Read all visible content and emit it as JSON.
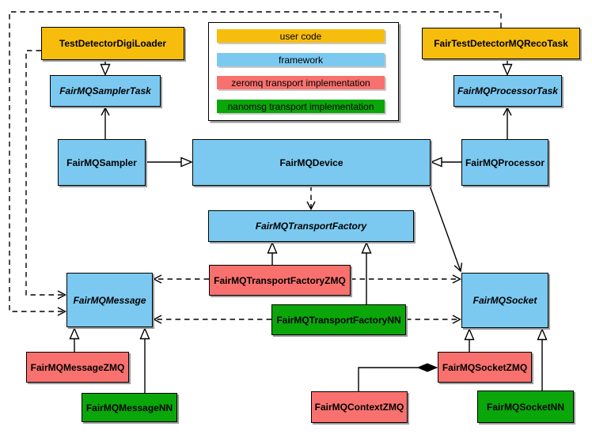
{
  "colors": {
    "user_code": "#F7BD0D",
    "framework": "#7BC9F0",
    "zeromq": "#F8716E",
    "nanomsg": "#0AA60A",
    "border": "#000000",
    "background": "#FFFFFF"
  },
  "legend": {
    "items": [
      {
        "label": "user code",
        "color": "#F7BD0D"
      },
      {
        "label": "framework",
        "color": "#7BC9F0"
      },
      {
        "label": "zeromq transport implementation",
        "color": "#F8716E"
      },
      {
        "label": "nanomsg transport implementation",
        "color": "#0AA60A"
      }
    ]
  },
  "nodes": {
    "digi_loader": {
      "label": "TestDetectorDigiLoader",
      "category": "user_code",
      "abstract": false
    },
    "reco_task": {
      "label": "FairTestDetectorMQRecoTask",
      "category": "user_code",
      "abstract": false
    },
    "sampler_task": {
      "label": "FairMQSamplerTask",
      "category": "framework",
      "abstract": true
    },
    "processor_task": {
      "label": "FairMQProcessorTask",
      "category": "framework",
      "abstract": true
    },
    "sampler": {
      "label": "FairMQSampler",
      "category": "framework",
      "abstract": false
    },
    "device": {
      "label": "FairMQDevice",
      "category": "framework",
      "abstract": false
    },
    "processor": {
      "label": "FairMQProcessor",
      "category": "framework",
      "abstract": false
    },
    "transport_factory": {
      "label": "FairMQTransportFactory",
      "category": "framework",
      "abstract": true
    },
    "transport_factory_zmq": {
      "label": "FairMQTransportFactoryZMQ",
      "category": "zeromq",
      "abstract": false
    },
    "transport_factory_nn": {
      "label": "FairMQTransportFactoryNN",
      "category": "nanomsg",
      "abstract": false
    },
    "message": {
      "label": "FairMQMessage",
      "category": "framework",
      "abstract": true
    },
    "socket": {
      "label": "FairMQSocket",
      "category": "framework",
      "abstract": true
    },
    "message_zmq": {
      "label": "FairMQMessageZMQ",
      "category": "zeromq",
      "abstract": false
    },
    "message_nn": {
      "label": "FairMQMessageNN",
      "category": "nanomsg",
      "abstract": false
    },
    "socket_zmq": {
      "label": "FairMQSocketZMQ",
      "category": "zeromq",
      "abstract": false
    },
    "socket_nn": {
      "label": "FairMQSocketNN",
      "category": "nanomsg",
      "abstract": false
    },
    "context_zmq": {
      "label": "FairMQContextZMQ",
      "category": "zeromq",
      "abstract": false
    }
  },
  "edges": [
    {
      "from": "TestDetectorDigiLoader",
      "to": "FairMQSamplerTask",
      "relation": "inheritance",
      "line": "solid"
    },
    {
      "from": "FairTestDetectorMQRecoTask",
      "to": "FairMQProcessorTask",
      "relation": "inheritance",
      "line": "solid"
    },
    {
      "from": "FairMQSampler",
      "to": "FairMQSamplerTask",
      "relation": "association",
      "line": "solid"
    },
    {
      "from": "FairMQProcessor",
      "to": "FairMQProcessorTask",
      "relation": "association",
      "line": "solid"
    },
    {
      "from": "FairMQSampler",
      "to": "FairMQDevice",
      "relation": "inheritance",
      "line": "solid"
    },
    {
      "from": "FairMQProcessor",
      "to": "FairMQDevice",
      "relation": "inheritance",
      "line": "solid"
    },
    {
      "from": "FairMQDevice",
      "to": "FairMQTransportFactory",
      "relation": "dependency",
      "line": "dashed"
    },
    {
      "from": "FairMQDevice",
      "to": "FairMQSocket",
      "relation": "association",
      "line": "solid"
    },
    {
      "from": "FairMQTransportFactoryZMQ",
      "to": "FairMQTransportFactory",
      "relation": "inheritance",
      "line": "solid"
    },
    {
      "from": "FairMQTransportFactoryNN",
      "to": "FairMQTransportFactory",
      "relation": "inheritance",
      "line": "solid"
    },
    {
      "from": "FairMQTransportFactoryZMQ",
      "to": "FairMQMessage",
      "relation": "dependency",
      "line": "dashed"
    },
    {
      "from": "FairMQTransportFactoryZMQ",
      "to": "FairMQSocket",
      "relation": "dependency",
      "line": "dashed"
    },
    {
      "from": "FairMQTransportFactoryNN",
      "to": "FairMQMessage",
      "relation": "dependency",
      "line": "dashed"
    },
    {
      "from": "FairMQTransportFactoryNN",
      "to": "FairMQSocket",
      "relation": "dependency",
      "line": "dashed"
    },
    {
      "from": "TestDetectorDigiLoader",
      "to": "FairMQMessage",
      "relation": "dependency",
      "line": "dashed"
    },
    {
      "from": "FairTestDetectorMQRecoTask",
      "to": "FairMQMessage",
      "relation": "dependency",
      "line": "dashed"
    },
    {
      "from": "FairMQMessageZMQ",
      "to": "FairMQMessage",
      "relation": "inheritance",
      "line": "solid"
    },
    {
      "from": "FairMQMessageNN",
      "to": "FairMQMessage",
      "relation": "inheritance",
      "line": "solid"
    },
    {
      "from": "FairMQSocketZMQ",
      "to": "FairMQSocket",
      "relation": "inheritance",
      "line": "solid"
    },
    {
      "from": "FairMQSocketNN",
      "to": "FairMQSocket",
      "relation": "inheritance",
      "line": "solid"
    },
    {
      "from": "FairMQContextZMQ",
      "to": "FairMQSocketZMQ",
      "relation": "composition",
      "line": "solid"
    }
  ]
}
